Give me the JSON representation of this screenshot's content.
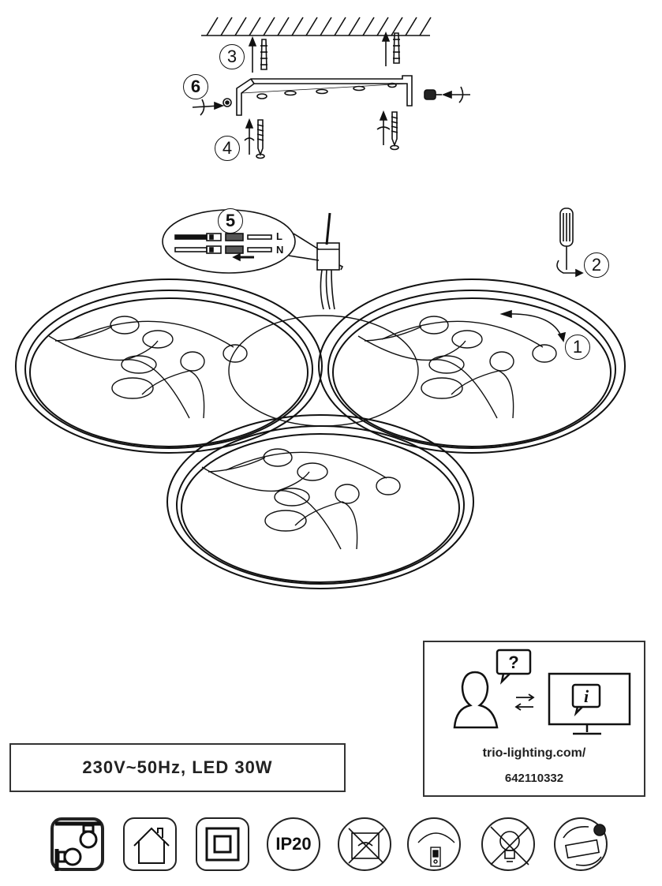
{
  "steps": {
    "s1": "1",
    "s2": "2",
    "s3": "3",
    "s4": "4",
    "s5": "5",
    "s6": "6"
  },
  "wiring": {
    "live": "L",
    "neutral": "N"
  },
  "spec": {
    "text": "230V~50Hz, LED 30W"
  },
  "info": {
    "url": "trio-lighting.com/",
    "code": "642110332",
    "question_icon": "question-bubble-icon",
    "info_icon": "info-monitor-icon"
  },
  "badges": [
    {
      "name": "ceiling-mount-icon"
    },
    {
      "name": "indoor-use-icon"
    },
    {
      "name": "protection-class-ii-icon"
    },
    {
      "name": "ip-rating-icon",
      "text": "IP20"
    },
    {
      "name": "not-for-covering-icon"
    },
    {
      "name": "dimmable-switch-icon"
    },
    {
      "name": "led-not-replaceable-icon"
    },
    {
      "name": "driver-replaceable-icon"
    }
  ]
}
